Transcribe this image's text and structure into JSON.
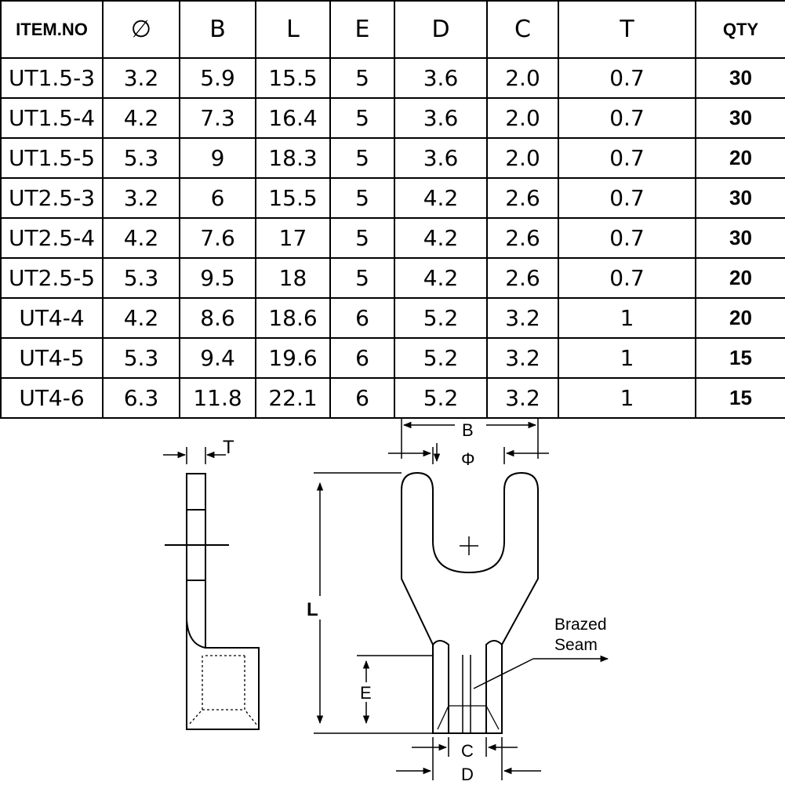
{
  "table": {
    "headers": [
      "ITEM.NO",
      "∅",
      "B",
      "L",
      "E",
      "D",
      "C",
      "T",
      "QTY"
    ],
    "rows": [
      [
        "UT1.5-3",
        "3.2",
        "5.9",
        "15.5",
        "5",
        "3.6",
        "2.0",
        "0.7",
        "30"
      ],
      [
        "UT1.5-4",
        "4.2",
        "7.3",
        "16.4",
        "5",
        "3.6",
        "2.0",
        "0.7",
        "30"
      ],
      [
        "UT1.5-5",
        "5.3",
        "9",
        "18.3",
        "5",
        "3.6",
        "2.0",
        "0.7",
        "20"
      ],
      [
        "UT2.5-3",
        "3.2",
        "6",
        "15.5",
        "5",
        "4.2",
        "2.6",
        "0.7",
        "30"
      ],
      [
        "UT2.5-4",
        "4.2",
        "7.6",
        "17",
        "5",
        "4.2",
        "2.6",
        "0.7",
        "30"
      ],
      [
        "UT2.5-5",
        "5.3",
        "9.5",
        "18",
        "5",
        "4.2",
        "2.6",
        "0.7",
        "20"
      ],
      [
        "UT4-4",
        "4.2",
        "8.6",
        "18.6",
        "6",
        "5.2",
        "3.2",
        "1",
        "20"
      ],
      [
        "UT4-5",
        "5.3",
        "9.4",
        "19.6",
        "6",
        "5.2",
        "3.2",
        "1",
        "15"
      ],
      [
        "UT4-6",
        "6.3",
        "11.8",
        "22.1",
        "6",
        "5.2",
        "3.2",
        "1",
        "15"
      ]
    ]
  },
  "diagram": {
    "label_t": "T",
    "label_b": "B",
    "label_phi": "Φ",
    "label_l": "L",
    "label_e": "E",
    "label_c": "C",
    "label_d": "D",
    "label_brazed": "Brazed",
    "label_seam": "Seam"
  }
}
